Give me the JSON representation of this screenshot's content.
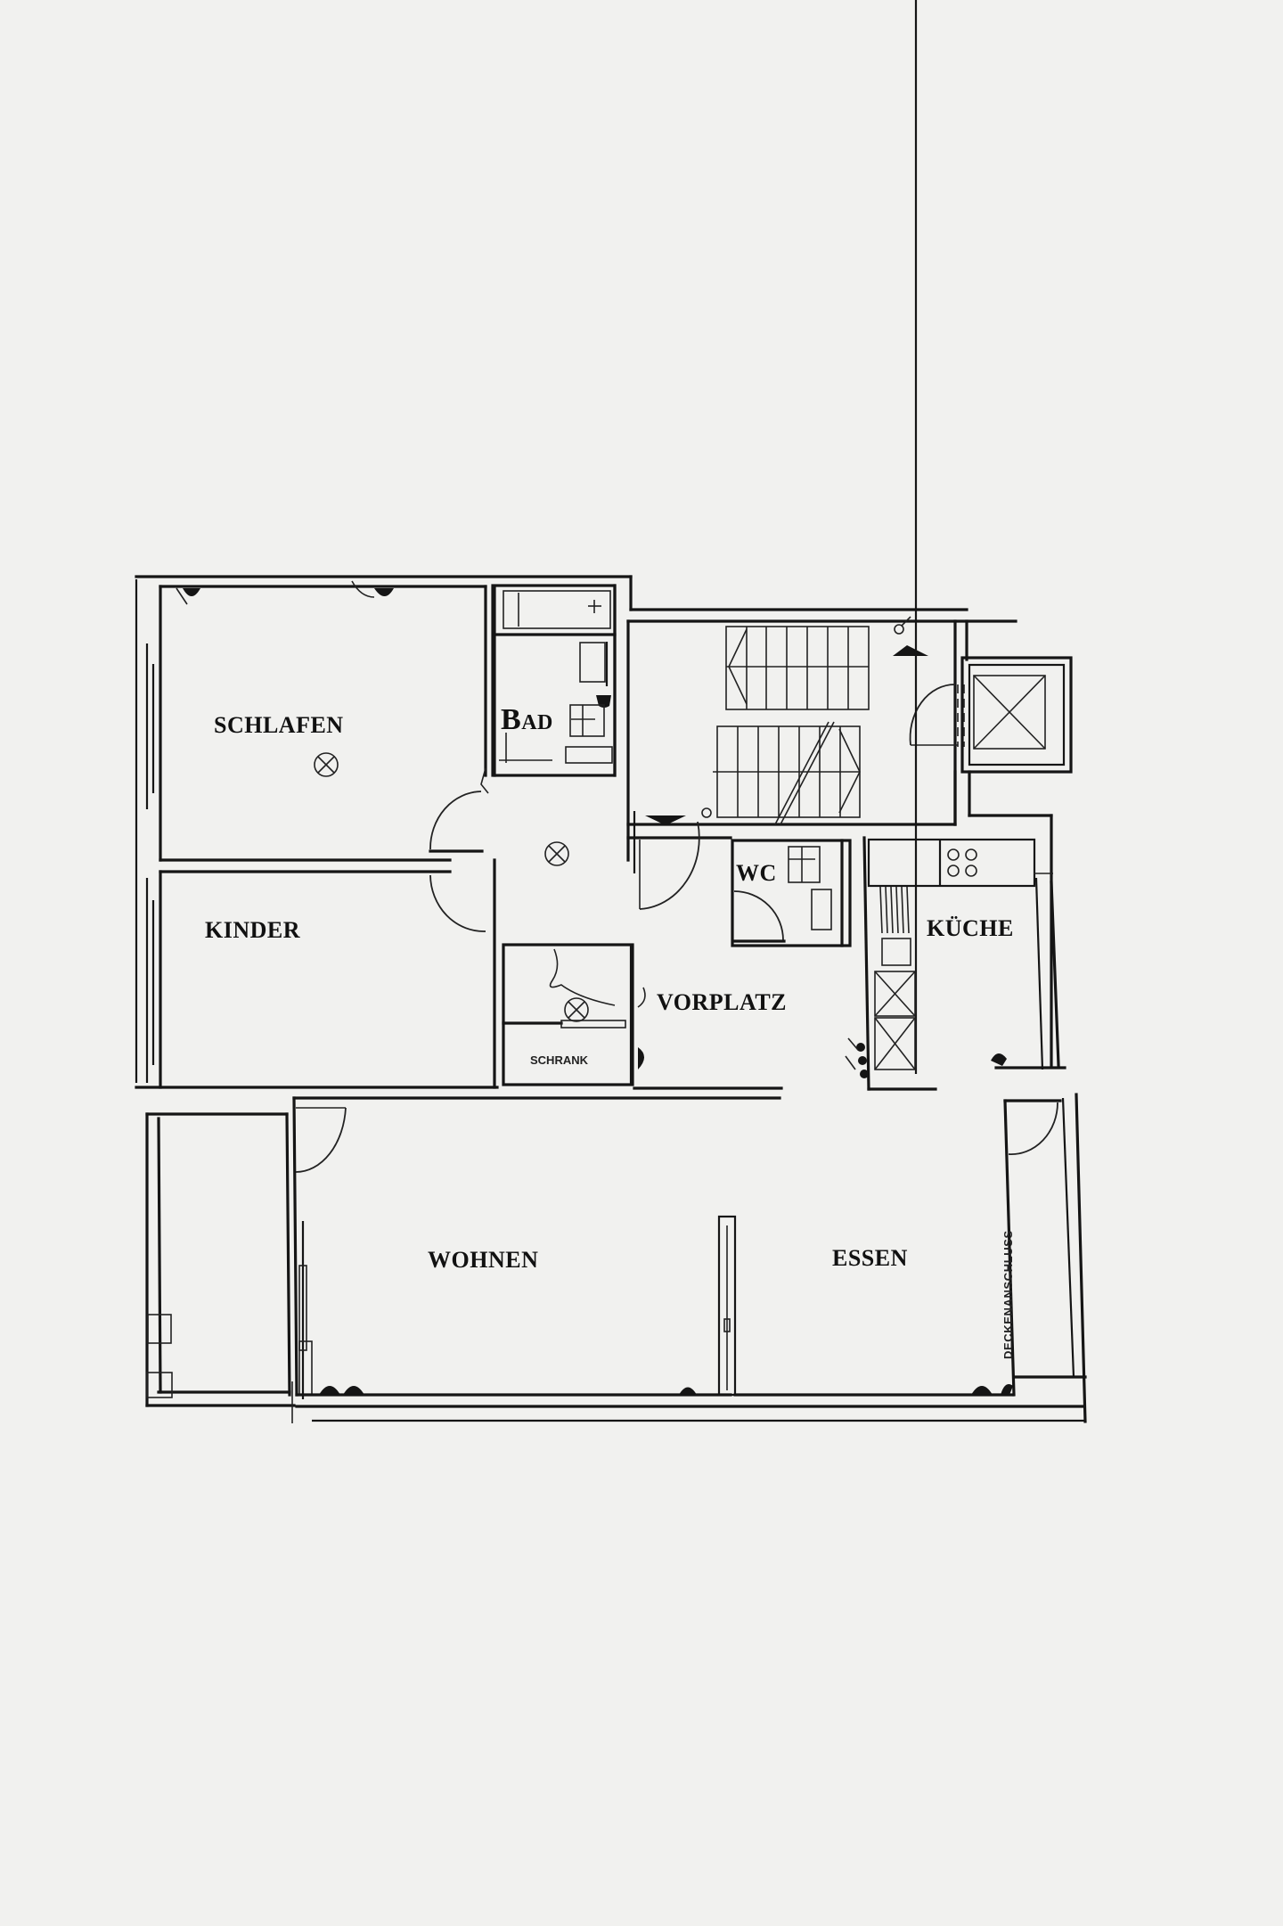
{
  "document": {
    "type": "floor-plan",
    "background_color": "#f1f1ef",
    "line_color": "#151515"
  },
  "rooms": {
    "schlafen": {
      "label": "SCHLAFEN",
      "fixture": "ceiling-light"
    },
    "bad": {
      "label_initial": "B",
      "label_rest": "AD",
      "fixtures": [
        "bathtub",
        "washbasin",
        "toilet",
        "shower"
      ]
    },
    "kinder": {
      "label": "KINDER"
    },
    "vorplatz": {
      "label": "VORPLATZ",
      "fixture": "ceiling-light"
    },
    "schrank": {
      "label": "SCHRANK",
      "fixture": "ceiling-light"
    },
    "wc": {
      "label": "WC"
    },
    "kueche": {
      "label": "KÜCHE",
      "fixtures": [
        "stove",
        "sink",
        "oven",
        "cabinets"
      ]
    },
    "wohnen": {
      "label": "WOHNEN"
    },
    "essen": {
      "label": "ESSEN"
    },
    "deckenanschluss": {
      "label": "DECKENANSCHLUSS"
    },
    "stairwell": {
      "label": "",
      "fixtures": [
        "stairs-up",
        "stairs-down",
        "elevator"
      ]
    }
  }
}
